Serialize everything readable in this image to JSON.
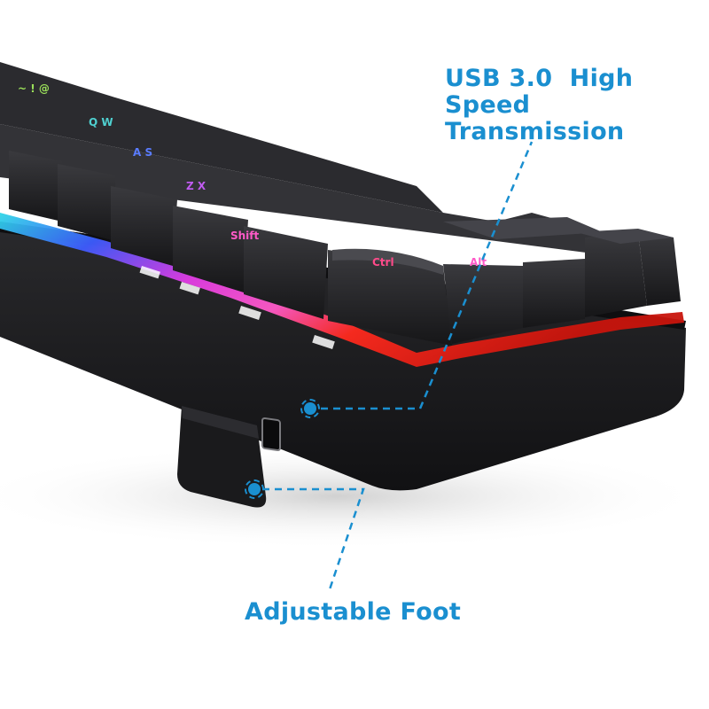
{
  "image": {
    "subject": "black 60% mechanical keyboard with RGB backlighting, side/corner view",
    "background": "#ffffff"
  },
  "colors": {
    "accent": "#1a8fd0",
    "body": "#1b1b1d",
    "keycap": "#222225",
    "keycap_top": "#38383c",
    "rgb_cyan": "#2fd6e6",
    "rgb_blue": "#3d5cff",
    "rgb_magenta": "#e23ce6",
    "rgb_pink": "#ff5ac8",
    "rgb_red": "#ff2a1e",
    "rgb_green": "#6ce05a"
  },
  "callouts": [
    {
      "id": "usb",
      "lines": [
        "USB 3.0  High",
        "Speed Transmission"
      ],
      "target": "usb-port"
    },
    {
      "id": "foot",
      "lines": [
        "Adjustable Foot"
      ],
      "target": "adjustable-foot"
    }
  ]
}
